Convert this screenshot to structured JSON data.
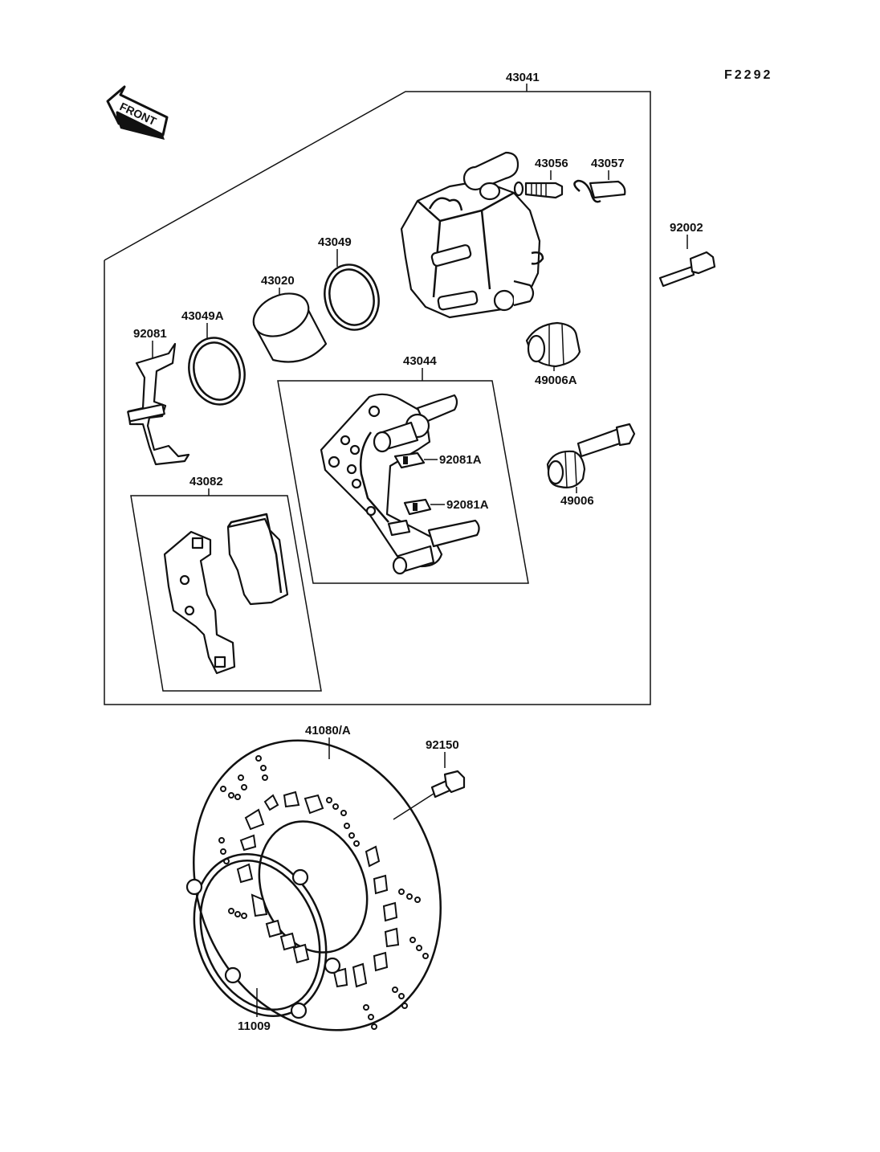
{
  "figure_code": "F2292",
  "front_label": "FRONT",
  "parts": {
    "caliper_assy": "43041",
    "bleeder_valve": "43056",
    "bleeder_cap": "43057",
    "mounting_bolt": "92002",
    "piston_seal": "43049",
    "piston": "43020",
    "dust_seal": "43049A",
    "pad_spring": "92081",
    "bracket_assy": "43044",
    "boot_a": "49006A",
    "spring_upper": "92081A",
    "spring_lower": "92081A",
    "pin_boot": "49006",
    "pad_assy": "43082",
    "disc": "41080/A",
    "disc_bolt": "92150",
    "shim": "11009"
  }
}
